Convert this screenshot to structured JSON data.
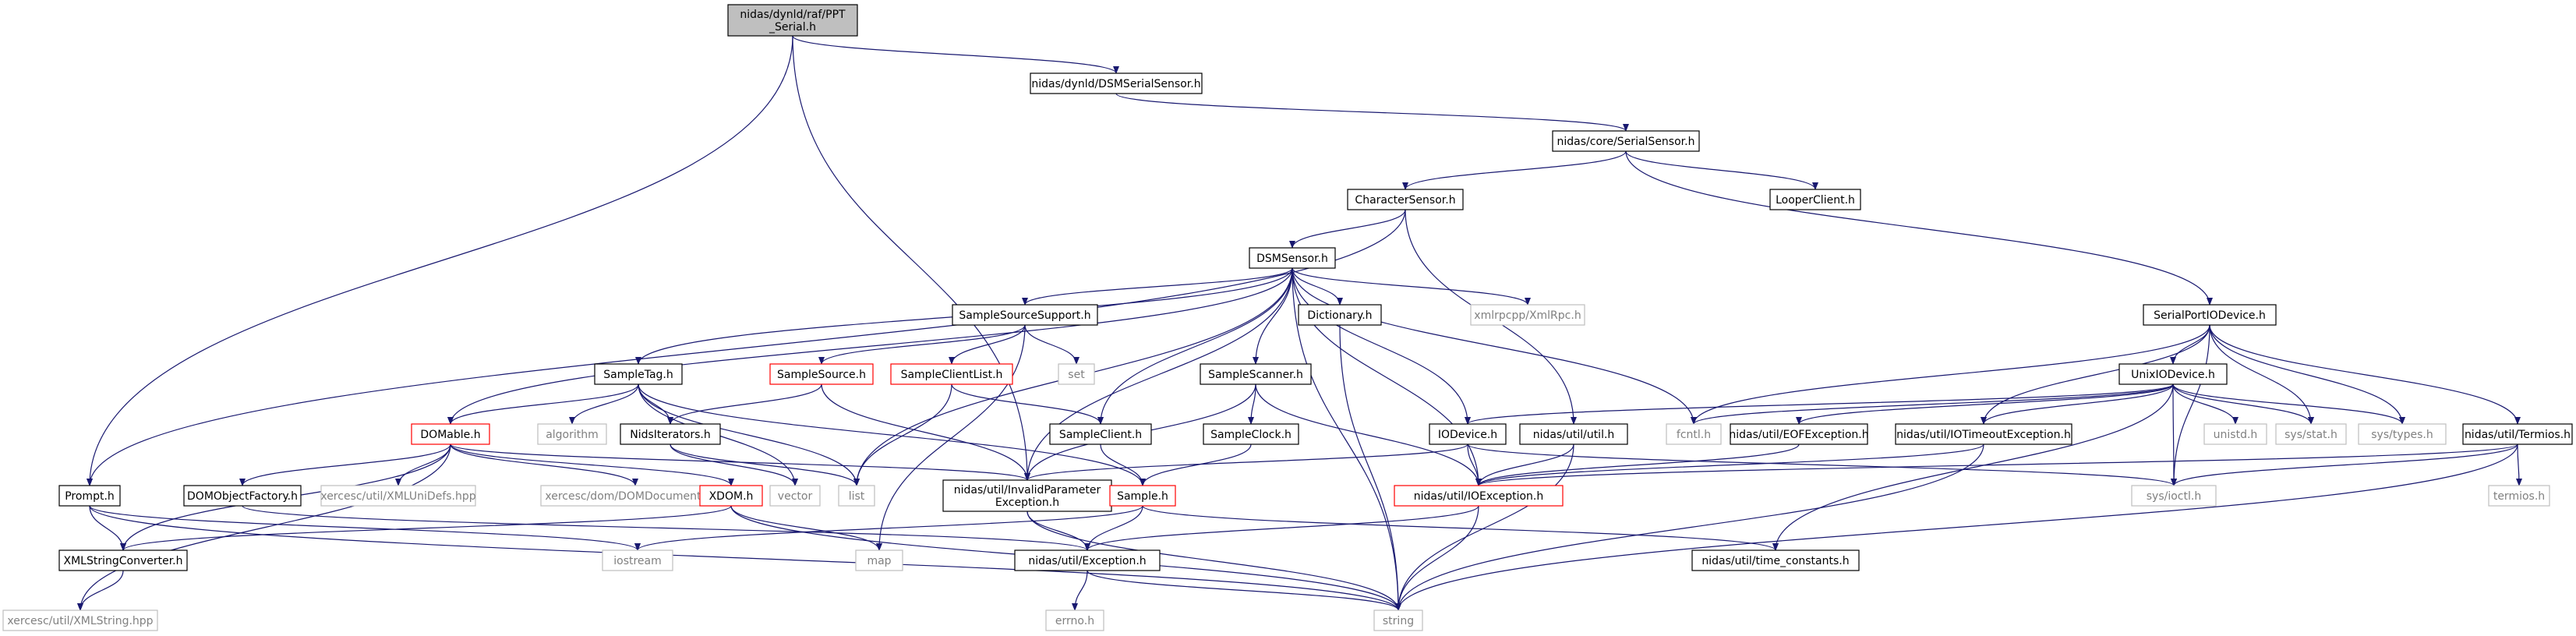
{
  "colors": {
    "edge": "#191970",
    "root_fill": "#bfbfbf",
    "node_border": "#000000",
    "external_border": "#bfbfbf",
    "external_text": "#808080",
    "missing_border": "#ff0000"
  },
  "nodes": {
    "root": [
      "nidas/dynld/raf/PPT",
      "_Serial.h"
    ],
    "dsmserialsensor": [
      "nidas/dynld/DSMSerialSensor.h"
    ],
    "serialsensor": [
      "nidas/core/SerialSensor.h"
    ],
    "characterSensor": [
      "CharacterSensor.h"
    ],
    "looperclient": [
      "LooperClient.h"
    ],
    "dsmsensor": [
      "DSMSensor.h"
    ],
    "serialportiodevice": [
      "SerialPortIODevice.h"
    ],
    "samplesourcesupport": [
      "SampleSourceSupport.h"
    ],
    "dictionary": [
      "Dictionary.h"
    ],
    "xmlrpc": [
      "xmlrpcpp/XmlRpc.h"
    ],
    "sampletag": [
      "SampleTag.h"
    ],
    "samplesource": [
      "SampleSource.h"
    ],
    "set": [
      "set"
    ],
    "sampleclientlist": [
      "SampleClientList.h"
    ],
    "samplescanner": [
      "SampleScanner.h"
    ],
    "unixiodevice": [
      "UnixIODevice.h"
    ],
    "domable": [
      "DOMable.h"
    ],
    "algorithm": [
      "algorithm"
    ],
    "nidsiterators": [
      "NidsIterators.h"
    ],
    "sampleclient": [
      "SampleClient.h"
    ],
    "sampleclock": [
      "SampleClock.h"
    ],
    "iodevice": [
      "IODevice.h"
    ],
    "utilh": [
      "nidas/util/util.h"
    ],
    "fcntl": [
      "fcntl.h"
    ],
    "eofexception": [
      "nidas/util/EOFException.h"
    ],
    "iotimeoutexception": [
      "nidas/util/IOTimeoutException.h"
    ],
    "unistd": [
      "unistd.h"
    ],
    "sysstat": [
      "sys/stat.h"
    ],
    "systypes": [
      "sys/types.h"
    ],
    "termiosutil": [
      "nidas/util/Termios.h"
    ],
    "prompt": [
      "Prompt.h"
    ],
    "domobjectfactory": [
      "DOMObjectFactory.h"
    ],
    "xmluni": [
      "xercesc/util/XMLUniDefs.hpp"
    ],
    "domdocument": [
      "xercesc/dom/DOMDocument.hpp"
    ],
    "xdom": [
      "XDOM.h"
    ],
    "vector": [
      "vector"
    ],
    "list": [
      "list"
    ],
    "invalidparam": [
      "nidas/util/InvalidParameter",
      "Exception.h"
    ],
    "sample": [
      "Sample.h"
    ],
    "ioexception": [
      "nidas/util/IOException.h"
    ],
    "sysioctl": [
      "sys/ioctl.h"
    ],
    "termios": [
      "termios.h"
    ],
    "xmlstringconverter": [
      "XMLStringConverter.h"
    ],
    "iostream": [
      "iostream"
    ],
    "map": [
      "map"
    ],
    "exception": [
      "nidas/util/Exception.h"
    ],
    "timeconstants": [
      "nidas/util/time_constants.h"
    ],
    "xmlstring": [
      "xercesc/util/XMLString.hpp"
    ],
    "errno": [
      "errno.h"
    ],
    "string": [
      "string"
    ]
  }
}
